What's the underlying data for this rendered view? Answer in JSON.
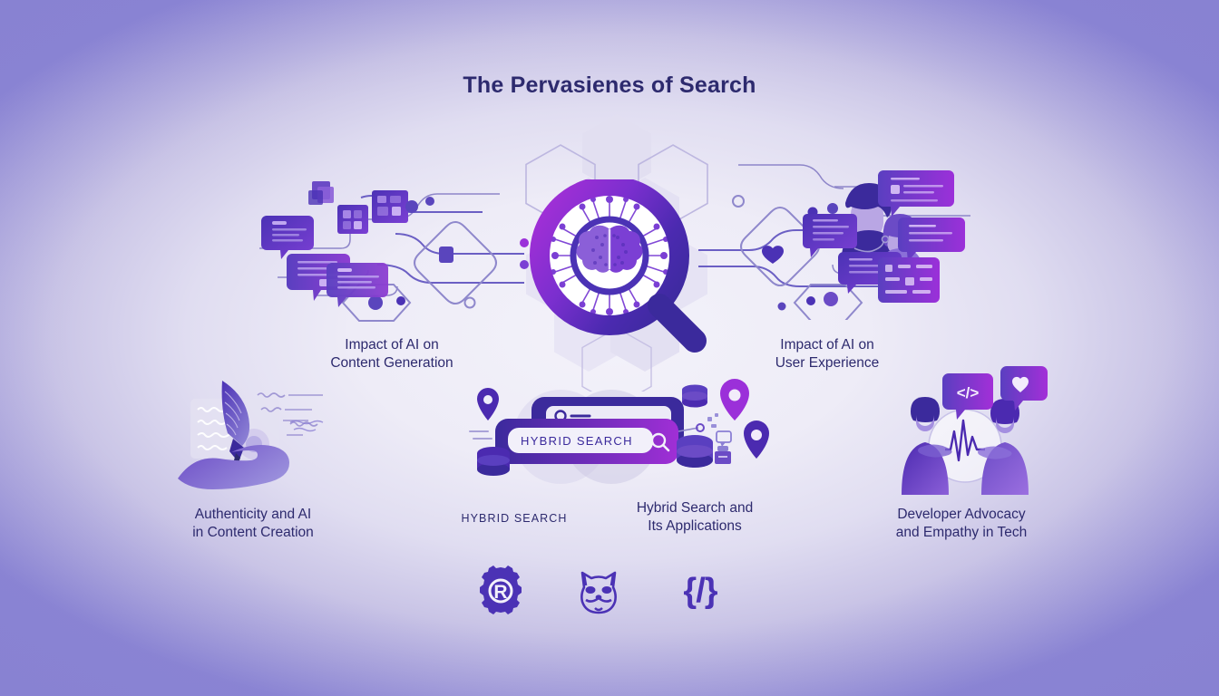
{
  "page": {
    "title": "The Pervasienes of Search",
    "background_center_color": "#eeecf7",
    "background_edge_color": "#8b85d4",
    "title_color": "#2d2a6e"
  },
  "palette": {
    "deep_indigo": "#3b2a9c",
    "royal_purple": "#4b32b5",
    "violet": "#7b3fd4",
    "magenta_purple": "#9b30d9",
    "light_lavender": "#d8d5ec",
    "hex_fill": "#dedaf0",
    "hex_stroke": "#b9b3de"
  },
  "labels": {
    "top_left": {
      "line1": "Impact of AI on",
      "line2": "Content Generation"
    },
    "top_right": {
      "line1": "Impact of AI on",
      "line2": "User Experience"
    },
    "bottom_left": {
      "line1": "Authenticity and AI",
      "line2": "in Content Creation"
    },
    "bottom_center_small": {
      "line1": "HYBRID SEARCH"
    },
    "bottom_center": {
      "line1": "Hybrid Search and",
      "line2": "Its Applications"
    },
    "bottom_right": {
      "line1": "Developer Advocacy",
      "line2": "and Empathy in Tech"
    }
  },
  "center_graphic": {
    "name": "magnifier-with-brain",
    "description": "Magnifying glass containing an AI brain with neural network nodes"
  },
  "search_bar": {
    "query_text": "HYBRID SEARCH",
    "search_icon": "search-icon"
  },
  "icon_row": [
    {
      "name": "gear-registered-icon",
      "glyph": "R"
    },
    {
      "name": "fox-face-icon",
      "glyph": ""
    },
    {
      "name": "code-brackets-icon",
      "glyph": "{/}"
    }
  ],
  "developer_bubbles": [
    {
      "name": "code-bubble",
      "glyph": "</>"
    },
    {
      "name": "heart-bubble",
      "glyph": "♥"
    }
  ]
}
